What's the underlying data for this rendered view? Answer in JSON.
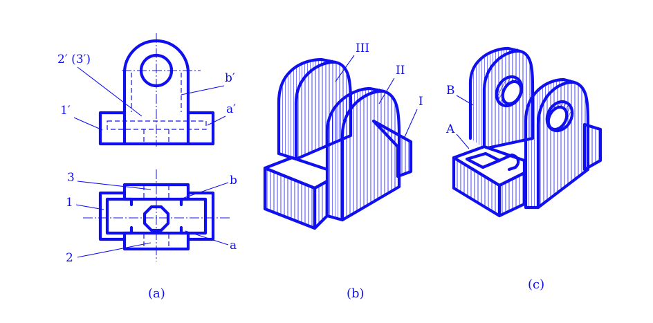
{
  "colors": {
    "line": "#1010ee",
    "background": "#ffffff"
  },
  "captions": {
    "a": "(a)",
    "b": "(b)",
    "c": "(c)"
  },
  "view_a": {
    "front_labels": {
      "l23": "2′ (3′)",
      "lb": "b′",
      "l1": "1′",
      "la": "a′"
    },
    "top_labels": {
      "l3": "3",
      "lb": "b",
      "l1": "1",
      "la": "a",
      "l2": "2"
    }
  },
  "view_b": {
    "labels": {
      "III": "III",
      "II": "II",
      "I": "I"
    }
  },
  "view_c": {
    "labels": {
      "B": "B",
      "A": "A"
    }
  }
}
